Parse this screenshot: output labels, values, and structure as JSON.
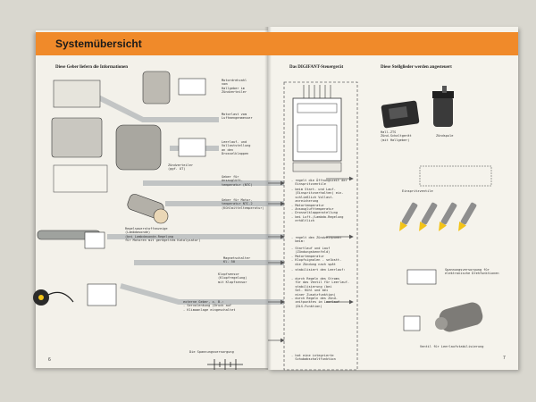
{
  "header": {
    "title": "Systemübersicht"
  },
  "columns": {
    "left": "Diese Geber liefern die Informationen",
    "middle": "Das DIGIFANT-Steuergerät",
    "right": "Diese Stellglieder werden angesteuert"
  },
  "sensors": [
    "Motordrehzahl\nvom\nHallgeber im\nZündverteiler",
    "Motorlast vom\nLuftmengenmesser",
    "Leerlauf- und\nVollaststellung\nan den\nDrosselklappen",
    "Geber für\nAnsauglüft-\ntemperatur (NTC)",
    "Geber für Motor-\ntemperatur NTC-2\n(Kühlmitteltemperatur)",
    "Regelsauerstoffanzeige\n(Lambdasonde)\n(bei Lambdasonde-Regelung\nfür Motoren mit geregeltem Katalysator)",
    "Magnetschalter\nKl. 50",
    "Klopfsensor\n(Klopfregelung)\nmit Klopfsensor",
    "externe Geber, z. B.:\n- Servolenkung (Druck auf\n- Klimaanlage eingeschaltet",
    "Die Spannungsversorgung"
  ],
  "sensor_sublabels": {
    "hall": "Zündverteiler\n(ggf. OT)"
  },
  "controller_functions": [
    "- regelt die Öffnungszeit der\n  Einspritzventile",
    "- beim Start- und Lauf-\n  (Einspritzverhalten) ein-\n  schließlich Vollast-\n  anreicherung\n- Motortemperatur\n- Ansauglufttemperatur\n- Drosselklappenstellung\n- bei Luft-/Lambda-Regelung\n  erhältlich",
    "- regelt den Zündzeitpunkt\n  beim:",
    "- Startlauf und Lauf\n  (Zündungskennfeld)\n- Motortemperatur\n- Klopfsignalen - selbstt.\n  die Zündung nach spät",
    "- stabilisiert den Leerlauf:",
    "- durch Regeln des Stroms\n  für das Ventil für Leerlauf-\n  stabilisierung (bei\n  Sel. Kühl und bei\n  einer Zusatzfunktion)\n- durch Regeln des Zünd-\n  zeitpunktes im Leerlauf\n  (DLS-Funktion)",
    "- hat eine integrierte\n  Schubabschaltfunktion"
  ],
  "actuators": [
    "Hall-ZTS\nZünd-Schaltgerät\n(mit Hallgeber)",
    "Zündspule",
    "Einspritzventile",
    "Spannungsversorgung für\nelektronische Drehfunktionen",
    "Ventil für Leerlaufstabilisierung"
  ],
  "page_numbers": {
    "left": "6",
    "right": "7"
  },
  "colors": {
    "header": "#f08a2a",
    "paper": "#f3f1ea",
    "connector": "#9aa0a6",
    "nozzle": "#f2c318"
  }
}
